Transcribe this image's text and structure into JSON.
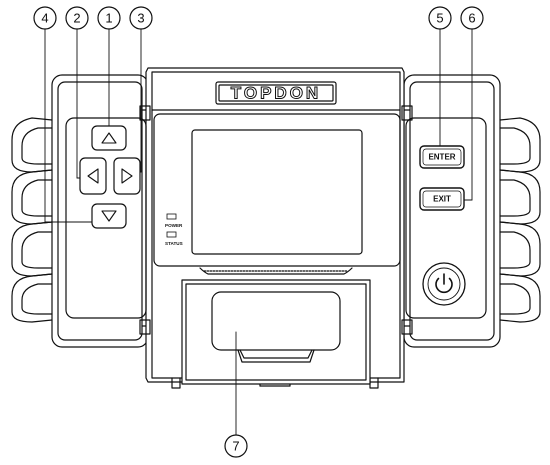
{
  "device": {
    "brand": "TOPDON",
    "enter_label": "ENTER",
    "exit_label": "EXIT",
    "power_led_label": "POWER",
    "status_led_label": "STATUS"
  },
  "callouts": [
    {
      "id": "1",
      "label": "1"
    },
    {
      "id": "2",
      "label": "2"
    },
    {
      "id": "3",
      "label": "3"
    },
    {
      "id": "4",
      "label": "4"
    },
    {
      "id": "5",
      "label": "5"
    },
    {
      "id": "6",
      "label": "6"
    },
    {
      "id": "7",
      "label": "7"
    }
  ],
  "colors": {
    "stroke": "#111111",
    "background": "#ffffff"
  },
  "icons": {
    "up": "triangle-up-icon",
    "down": "triangle-down-icon",
    "left": "triangle-left-icon",
    "right": "triangle-right-icon",
    "power": "power-icon"
  }
}
